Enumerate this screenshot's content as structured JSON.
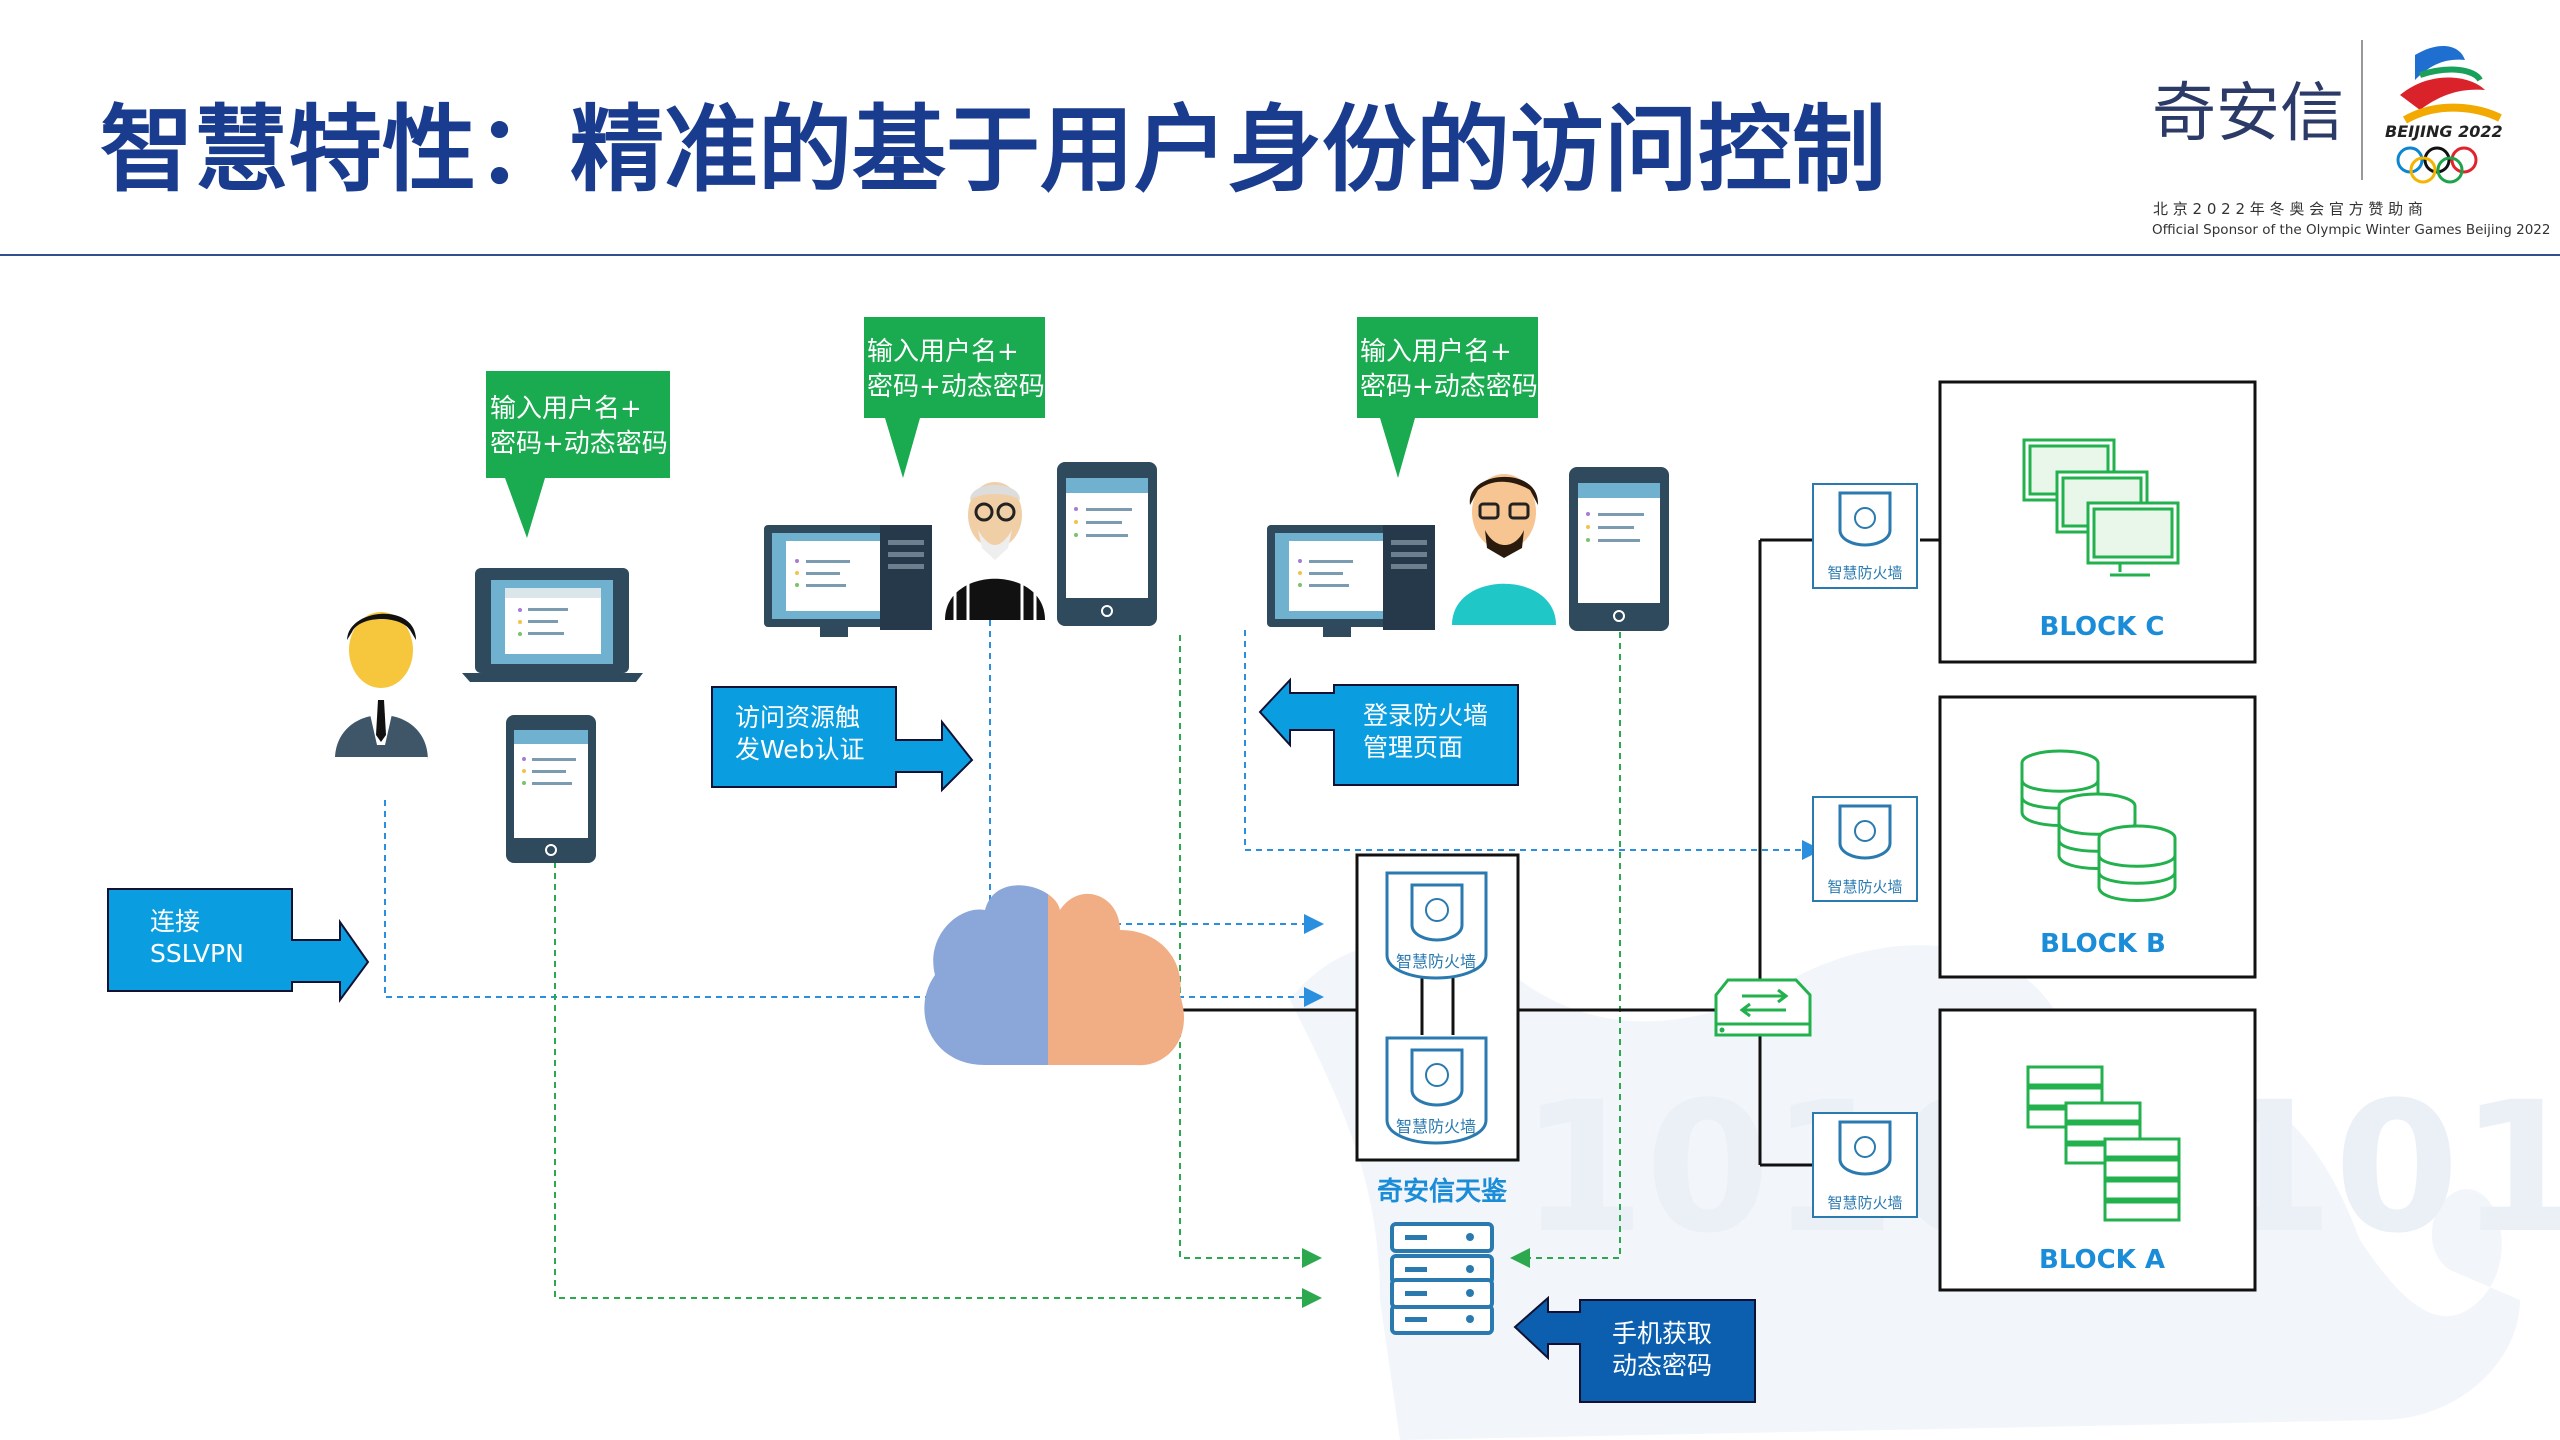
{
  "header": {
    "title": "智慧特性：精准的基于用户身份的访问控制",
    "brand_name": "奇安信",
    "sponsor_cn": "北 京 2 0 2 2 年 冬 奥 会 官 方 赞 助 商",
    "sponsor_en": "Official Sponsor of the Olympic Winter Games Beijing 2022",
    "beijing_mark": "BEIJING 2022"
  },
  "bubbles": {
    "b1": [
      "输入用户名+",
      "密码+动态密码"
    ],
    "b2": [
      "输入用户名+",
      "密码+动态密码"
    ],
    "b3": [
      "输入用户名+",
      "密码+动态密码"
    ]
  },
  "callouts": {
    "connect": [
      "连接",
      "SSLVPN"
    ],
    "web_auth": [
      "访问资源触",
      "发Web认证"
    ],
    "login_fw": [
      "登录防火墙",
      "管理页面"
    ],
    "otp": [
      "手机获取",
      "动态密码"
    ]
  },
  "labels": {
    "firewall": "智慧防火墙",
    "tianjian": "奇安信天鉴",
    "block_c": "BLOCK C",
    "block_b": "BLOCK B",
    "block_a": "BLOCK A",
    "watermark": "1010 1101"
  },
  "colors": {
    "title": "#1a3c8f",
    "green": "#1aaa4f",
    "blue_box": "#0a9ee0",
    "dark_blue_box": "#0b5fae",
    "firewall_blue": "#2a7ab0",
    "block_text": "#1a8cd8",
    "device_green": "#22b14c",
    "cloud_left": "#8aa8d8",
    "cloud_right": "#f0ae82"
  }
}
